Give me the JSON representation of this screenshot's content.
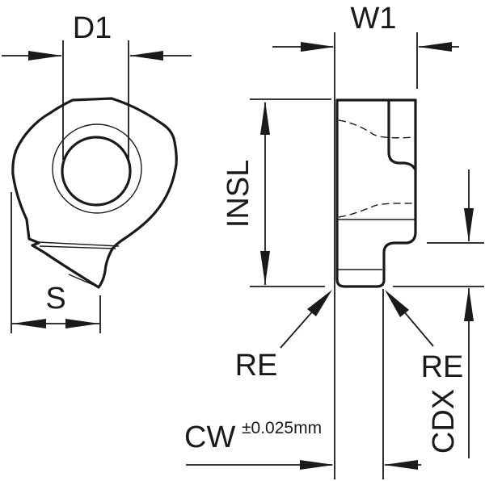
{
  "drawing": {
    "background_color": "#ffffff",
    "line_color": "#1a1a1a",
    "labels": {
      "d1": "D1",
      "w1": "W1",
      "insl": "INSL",
      "s": "S",
      "re_left": "RE",
      "re_right": "RE",
      "cdx": "CDX",
      "cw": "CW",
      "cw_tolerance": "±0.025mm"
    }
  }
}
